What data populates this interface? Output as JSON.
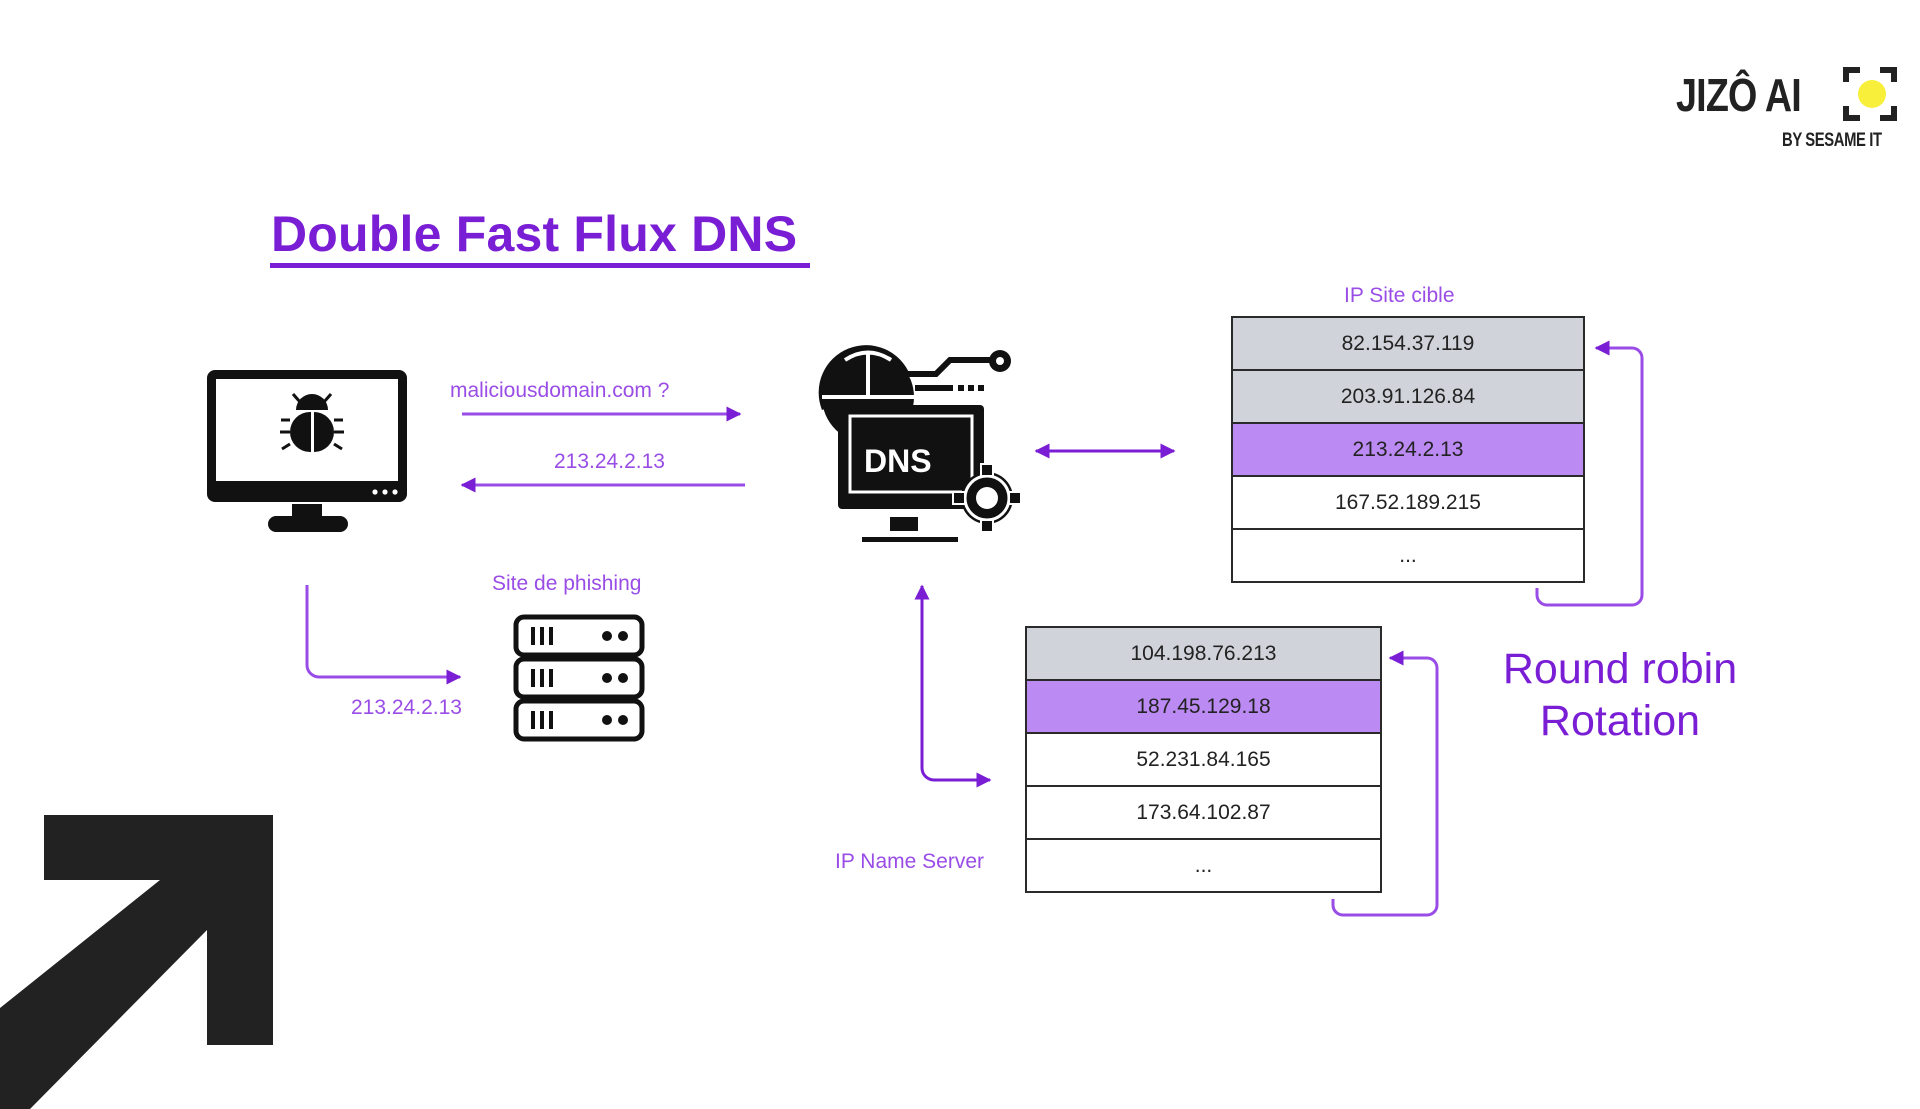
{
  "brand": {
    "name": "JIZÔ AI",
    "tagline": "BY SESAME IT",
    "accent_dot_color": "#f7ef3a"
  },
  "title": "Double Fast Flux DNS",
  "colors": {
    "primary_purple": "#7a1ed6",
    "label_purple": "#9a4de6",
    "active_row": "#bb8af3",
    "inactive_row": "#d0d4da"
  },
  "client": {
    "icon": "infected-computer-bug-icon",
    "query_label": "maliciousdomain.com ?",
    "response_label": "213.24.2.13",
    "redirect_label": "213.24.2.13"
  },
  "phishing_site": {
    "label": "Site de phishing",
    "icon": "server-rack-icon"
  },
  "dns_server": {
    "icon": "dns-server-icon",
    "icon_text": "DNS"
  },
  "site_ip_table": {
    "label": "IP Site cible",
    "rows": [
      {
        "ip": "82.154.37.119",
        "state": "used"
      },
      {
        "ip": "203.91.126.84",
        "state": "used"
      },
      {
        "ip": "213.24.2.13",
        "state": "active"
      },
      {
        "ip": "167.52.189.215",
        "state": "pending"
      },
      {
        "ip": "...",
        "state": "pending"
      }
    ]
  },
  "name_server_table": {
    "label": "IP Name Server",
    "rows": [
      {
        "ip": "104.198.76.213",
        "state": "used"
      },
      {
        "ip": "187.45.129.18",
        "state": "active"
      },
      {
        "ip": "52.231.84.165",
        "state": "pending"
      },
      {
        "ip": "173.64.102.87",
        "state": "pending"
      },
      {
        "ip": "...",
        "state": "pending"
      }
    ]
  },
  "rotation_label": {
    "line1": "Round robin",
    "line2": "Rotation"
  }
}
